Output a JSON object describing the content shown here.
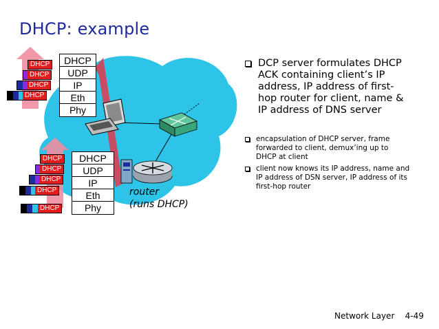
{
  "slide": {
    "title": "DHCP: example",
    "footer_section": "Network Layer",
    "footer_page": "4-49"
  },
  "client_stack": [
    "DHCP",
    "UDP",
    "IP",
    "Eth",
    "Phy"
  ],
  "router_stack": [
    "DHCP",
    "UDP",
    "IP",
    "Eth",
    "Phy"
  ],
  "packet_label": "DHCP",
  "router_label": [
    "router",
    "(runs DHCP)"
  ],
  "main_bullet": "DCP server formulates DHCP ACK containing client’s IP address, IP address of first-hop router for client, name & IP address of DNS server",
  "small_bullets": [
    "encapsulation of DHCP server, frame forwarded to client, demux’ing up to DHCP at client",
    "client now knows its IP address, name and IP address of DSN server, IP address of its first-hop router"
  ],
  "colors": {
    "title": "#1f2a9c",
    "cloud": "#2ec4e8",
    "packet_red": "#e21d1d",
    "arrow_pink": "#f08ea0",
    "switch_green": "#3aa67c"
  }
}
